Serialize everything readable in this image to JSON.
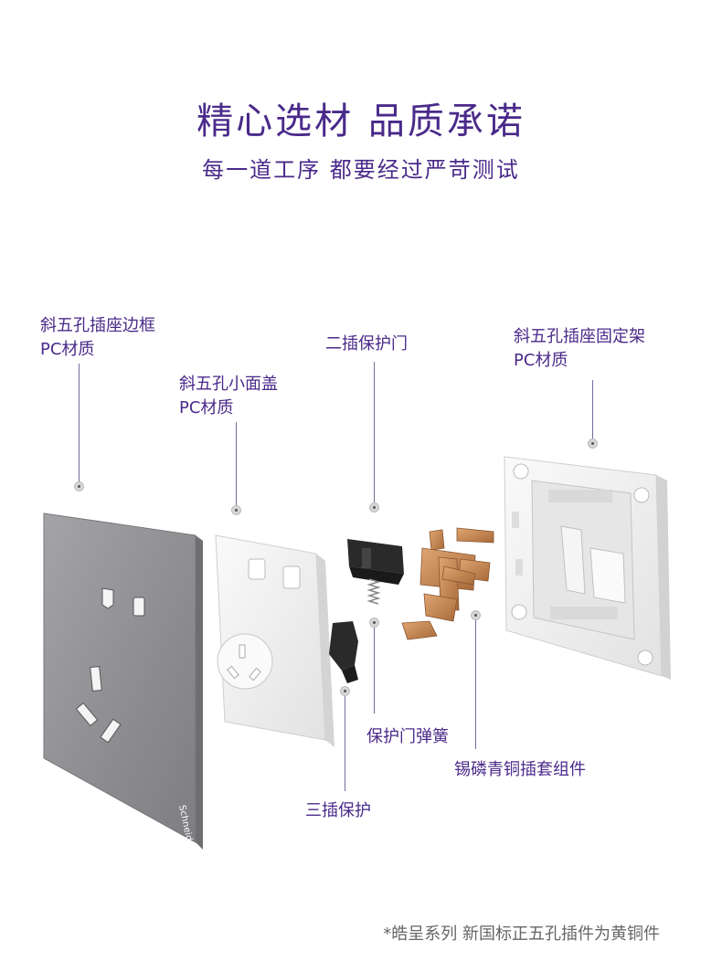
{
  "header": {
    "title": "精心选材 品质承诺",
    "subtitle": "每一道工序 都要经过严苛测试"
  },
  "labels": {
    "frame": {
      "line1": "斜五孔插座边框",
      "line2": "PC材质"
    },
    "small_cover": {
      "line1": "斜五孔小面盖",
      "line2": "PC材质"
    },
    "two_pin_door": {
      "line1": "二插保护门"
    },
    "bracket": {
      "line1": "斜五孔插座固定架",
      "line2": "PC材质"
    },
    "door_spring": {
      "line1": "保护门弹簧"
    },
    "contact_assembly": {
      "line1": "锡磷青铜插套组件"
    },
    "three_pin_guard": {
      "line1": "三插保护"
    }
  },
  "panel": {
    "brand": "Schneider"
  },
  "footnote": "*皓呈系列 新国标正五孔插件为黄铜件",
  "colors": {
    "accent": "#4a2a8a",
    "frame_gray": "#8f8f93",
    "copper": "#c98a55",
    "plastic_white": "#f2f2f2",
    "black_part": "#2a2a2a"
  }
}
